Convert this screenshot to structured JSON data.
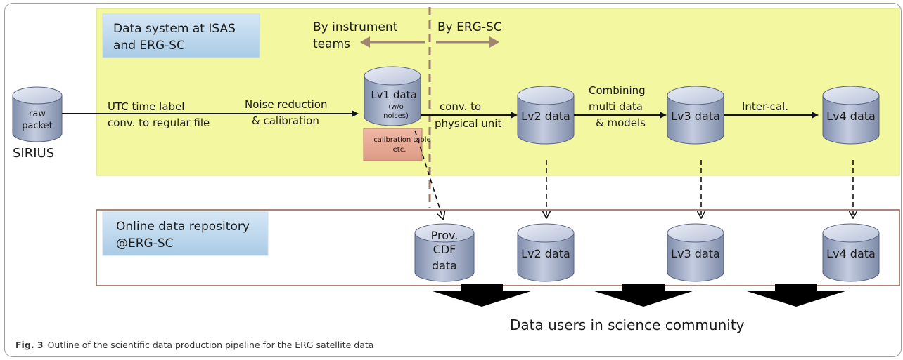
{
  "diagram": {
    "top_box_title": [
      "Data system at ISAS",
      "and ERG-SC"
    ],
    "by_instrument_teams": [
      "By instrument",
      "teams"
    ],
    "by_erg_sc": "By ERG-SC",
    "raw_packet": [
      "raw",
      "packet"
    ],
    "sirius": "SIRIUS",
    "step_utc": [
      "UTC time label",
      "conv. to regular file"
    ],
    "step_noise": [
      "Noise reduction",
      "& calibration"
    ],
    "lv1": [
      "Lv1 data",
      "(w/o",
      "noises)"
    ],
    "calibration_table": [
      "calibration table",
      "etc."
    ],
    "step_conv": [
      "conv. to",
      "physical unit"
    ],
    "lv2_top": "Lv2 data",
    "step_combine": [
      "Combining",
      "multi data",
      "& models"
    ],
    "lv3_top": "Lv3 data",
    "step_intercal": "Inter-cal.",
    "lv4_top": "Lv4 data",
    "repo_title": [
      "Online data repository",
      "@ERG-SC"
    ],
    "prov_cdf": [
      "Prov.",
      "CDF",
      "data"
    ],
    "lv2_bottom": "Lv2 data",
    "lv3_bottom": "Lv3 data",
    "lv4_bottom": "Lv4 data",
    "data_users": "Data users in science community"
  },
  "caption": {
    "label": "Fig. 3",
    "text": "Outline of the scientific data production pipeline for the ERG satellite data"
  }
}
